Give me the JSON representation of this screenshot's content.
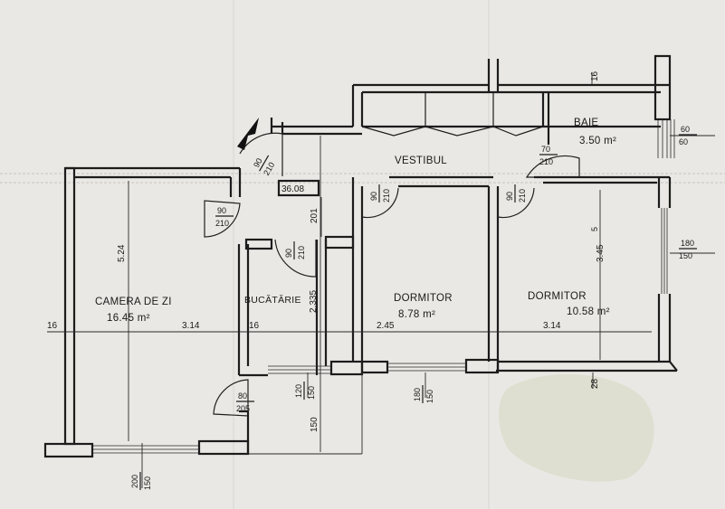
{
  "plan": {
    "rooms": [
      {
        "id": "camera",
        "name": "CAMERA DE ZI",
        "area": "16.45 m²"
      },
      {
        "id": "bucatarie",
        "name": "BUCĂTĂRIE",
        "area": ""
      },
      {
        "id": "dormitor1",
        "name": "DORMITOR",
        "area": "8.78 m²"
      },
      {
        "id": "dormitor2",
        "name": "DORMITOR",
        "area": "10.58 m²"
      },
      {
        "id": "baie",
        "name": "BAIE",
        "area": "3.50 m²"
      },
      {
        "id": "vestibul",
        "name": "VESTIBUL",
        "area": ""
      }
    ],
    "doors": [
      {
        "id": "door-living",
        "w": "90",
        "h": "210"
      },
      {
        "id": "door-kitchen",
        "w": "90",
        "h": "210"
      },
      {
        "id": "door-bed1",
        "w": "90",
        "h": "210"
      },
      {
        "id": "door-bed2",
        "w": "90",
        "h": "210"
      },
      {
        "id": "door-bath",
        "w": "70",
        "h": "210"
      },
      {
        "id": "door-entry",
        "w": "90",
        "h": "210"
      },
      {
        "id": "door-balcony",
        "w": "80",
        "h": "205"
      }
    ],
    "windows": [
      {
        "id": "win-kitchen",
        "w": "120",
        "h": "150"
      },
      {
        "id": "win-bed1",
        "w": "180",
        "h": "150"
      },
      {
        "id": "win-bed2",
        "w": "180",
        "h": "150"
      },
      {
        "id": "win-bath",
        "w": "60",
        "h": "60"
      },
      {
        "id": "win-living",
        "w": "200",
        "h": "150"
      }
    ],
    "dims": {
      "living_height": "5.24",
      "living_width": "3.14",
      "kitchen_height": "2.335",
      "bed1_width": "2.45",
      "bed2_width": "3.14",
      "bed2_height": "3.45",
      "bed2_height_sup": "5",
      "left_wall": "16",
      "kitchen_wall": "16",
      "top_wall": "16",
      "corridor_height": "201",
      "right_wall": "28",
      "balcony": "150",
      "box_label": "36.08"
    }
  }
}
